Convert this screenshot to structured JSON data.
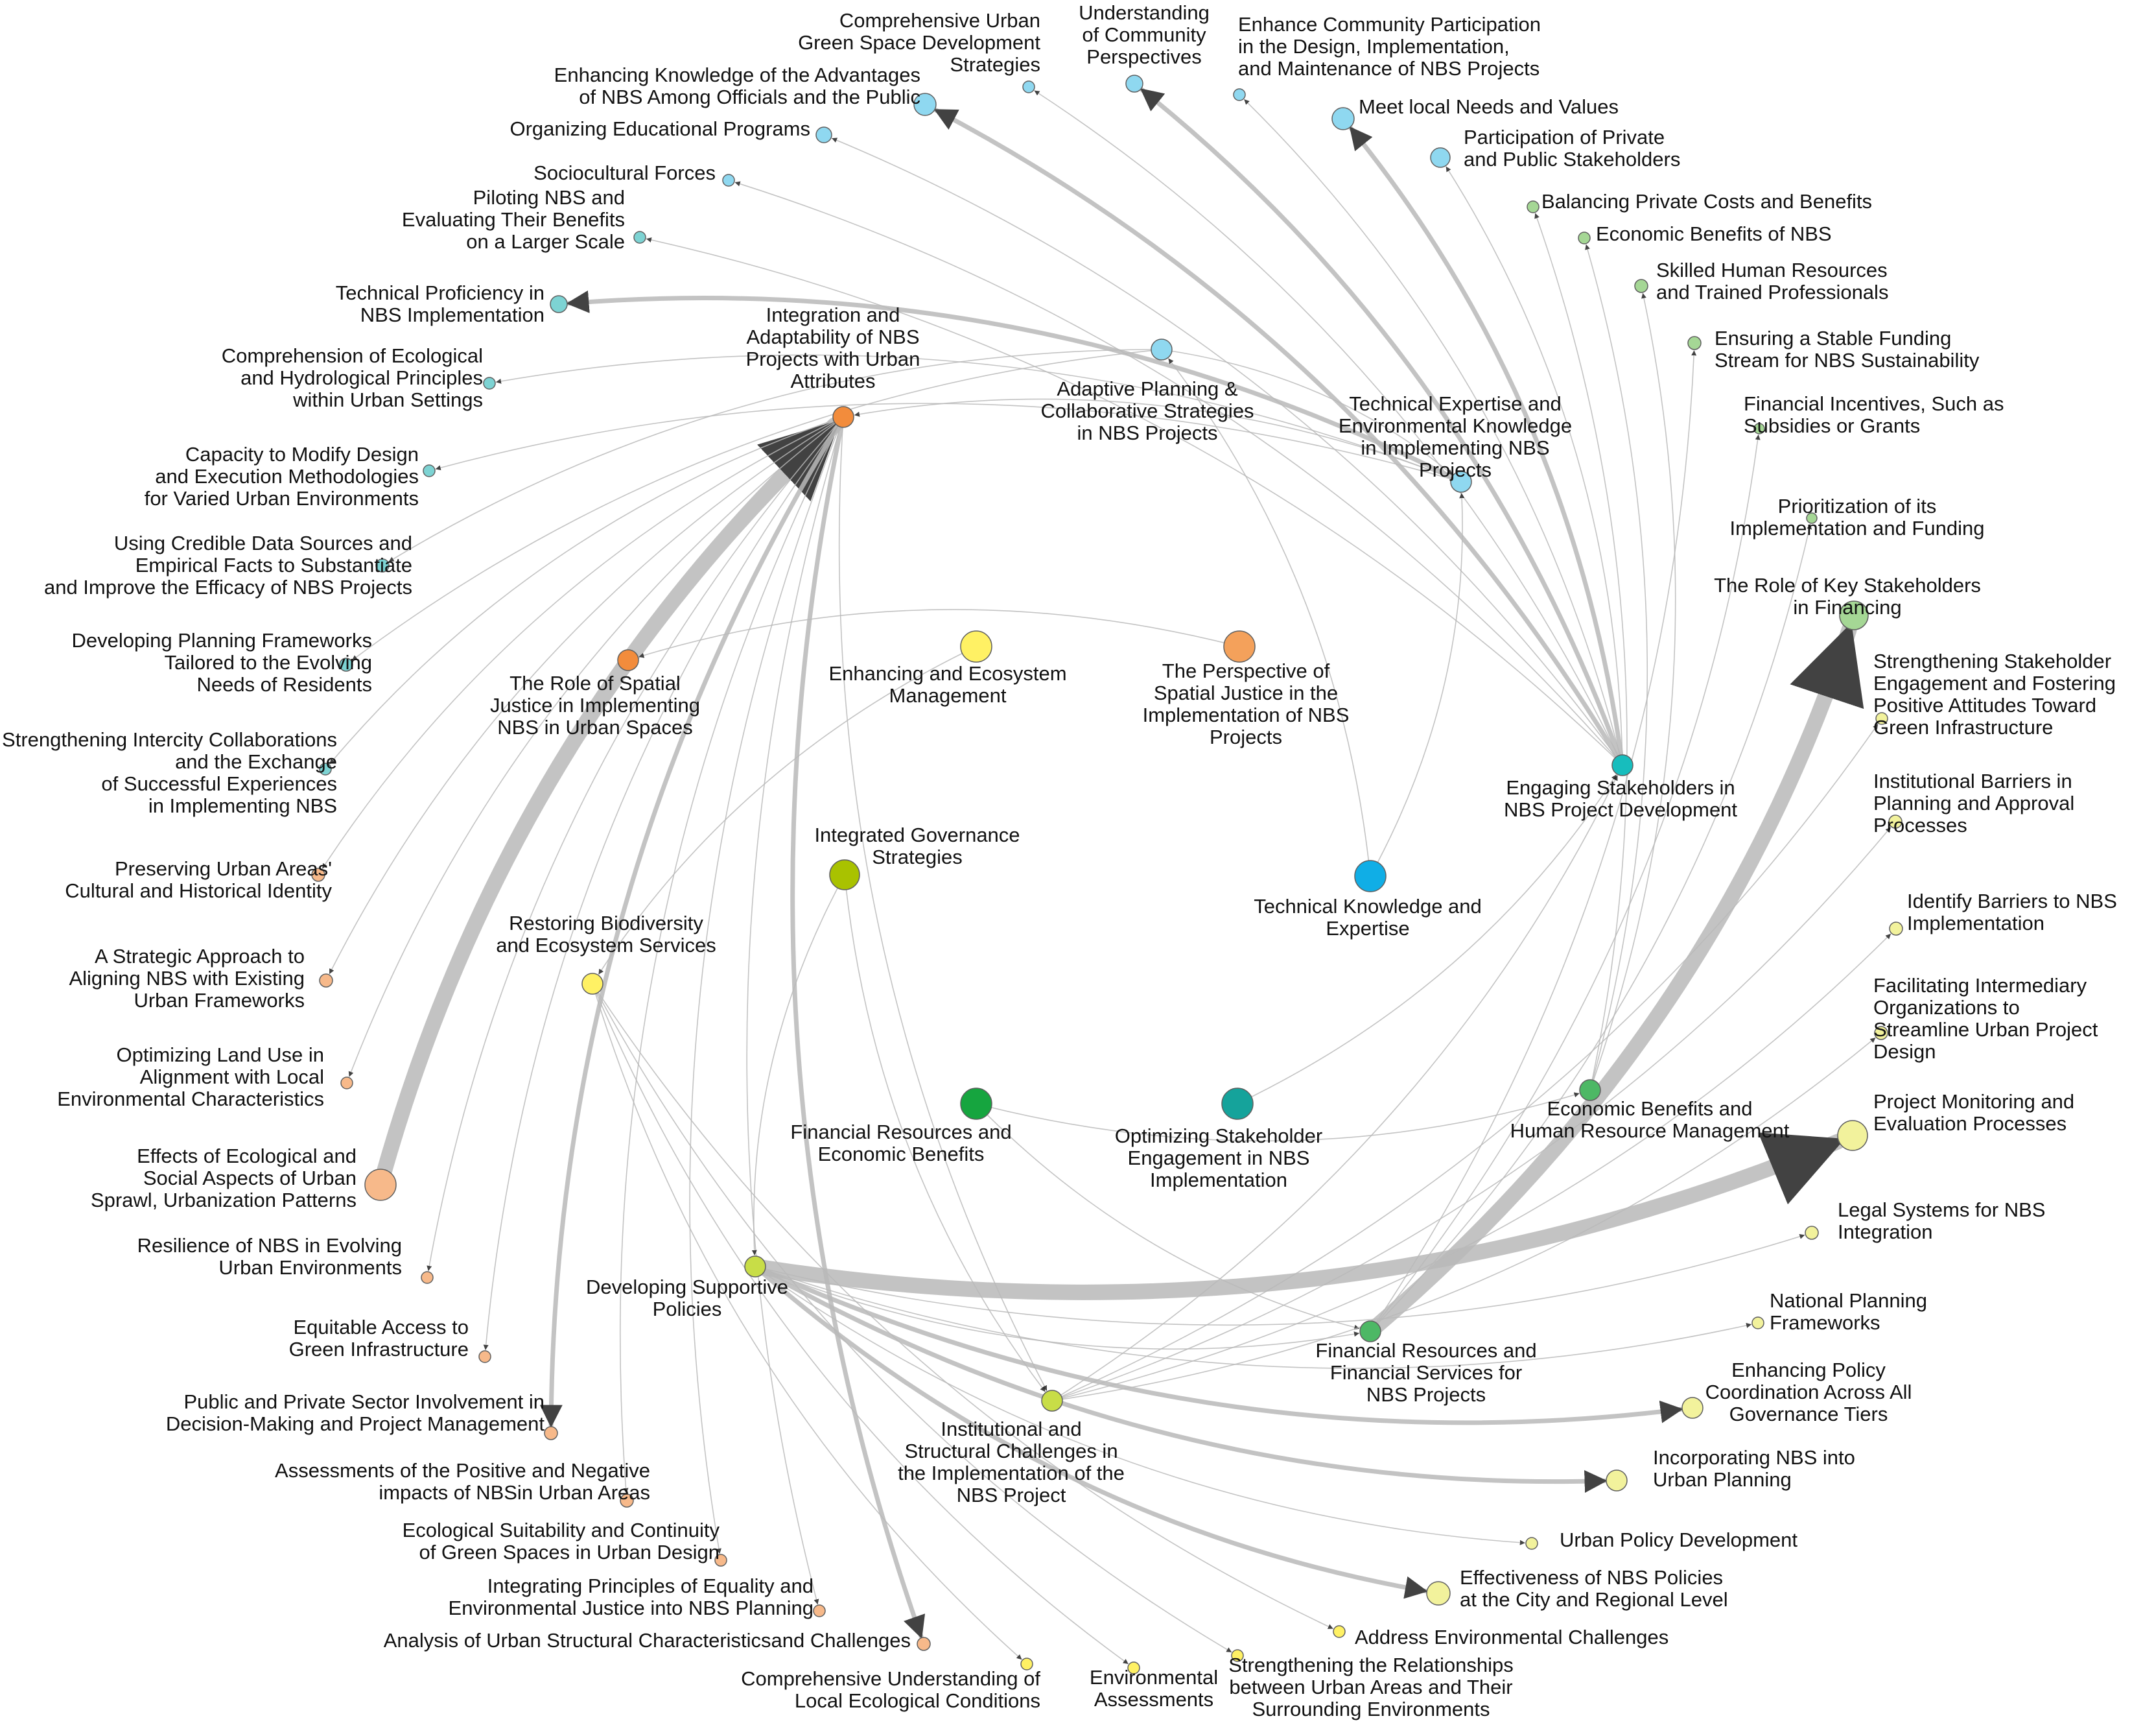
{
  "colors": {
    "light-blue": "#8fd8f0",
    "light-blue-dark": "#6fc8e0",
    "teal-small": "#7dd3d3",
    "orange-light": "#f7b98a",
    "orange": "#f4a15b",
    "orange-strong": "#f28c3c",
    "green-light": "#a5d795",
    "green": "#4db865",
    "green-dark": "#16a53f",
    "yellow": "#fff164",
    "yellow-light": "#f2f29c",
    "yellow-green": "#c8dd47",
    "olive": "#a9c200",
    "teal": "#17bdbd",
    "teal-dark": "#15a39b",
    "blue": "#10aee6",
    "edge": "#b9b9b9"
  },
  "nodes": [
    {
      "id": "n1",
      "name": "comprehensive-urban-green-space-node",
      "label": [
        "Comprehensive Urban",
        "Green Space Development",
        "Strategies"
      ],
      "color": "light-blue"
    },
    {
      "id": "n2",
      "name": "understanding-community-perspectives-node",
      "label": [
        "Understanding",
        "of Community",
        "Perspectives"
      ],
      "color": "light-blue"
    },
    {
      "id": "n3",
      "name": "enhance-community-participation-node",
      "label": [
        "Enhance Community Participation",
        "in the Design, Implementation,",
        "and Maintenance of NBS Projects"
      ],
      "color": "light-blue"
    },
    {
      "id": "n4",
      "name": "enhancing-knowledge-advantages-node",
      "label": [
        "Enhancing Knowledge of the Advantages",
        "of NBS Among Officials and the Public"
      ],
      "color": "light-blue"
    },
    {
      "id": "n5",
      "name": "meet-local-needs-node",
      "label": [
        "Meet local Needs and Values"
      ],
      "color": "light-blue"
    },
    {
      "id": "n6",
      "name": "organizing-educational-programs-node",
      "label": [
        "Organizing Educational Programs"
      ],
      "color": "light-blue"
    },
    {
      "id": "n7",
      "name": "participation-private-public-node",
      "label": [
        "Participation of Private",
        "and Public Stakeholders"
      ],
      "color": "light-blue"
    },
    {
      "id": "n8",
      "name": "sociocultural-forces-node",
      "label": [
        "Sociocultural Forces"
      ],
      "color": "light-blue"
    },
    {
      "id": "n9",
      "name": "balancing-private-costs-node",
      "label": [
        "Balancing Private Costs and Benefits"
      ],
      "color": "green-light"
    },
    {
      "id": "n10",
      "name": "economic-benefits-of-nbs-node",
      "label": [
        "Economic Benefits of NBS"
      ],
      "color": "green-light"
    },
    {
      "id": "n11",
      "name": "piloting-nbs-node",
      "label": [
        "Piloting NBS and",
        "Evaluating Their Benefits",
        "on a Larger Scale"
      ],
      "color": "teal-small"
    },
    {
      "id": "n12",
      "name": "skilled-human-resources-node",
      "label": [
        "Skilled Human Resources",
        "and Trained Professionals"
      ],
      "color": "green-light"
    },
    {
      "id": "n13",
      "name": "technical-proficiency-node",
      "label": [
        "Technical Proficiency in",
        "NBS Implementation"
      ],
      "color": "teal-small"
    },
    {
      "id": "n14",
      "name": "integration-adaptability-node",
      "label": [
        "Integration and",
        "Adaptability of NBS",
        "Projects with Urban",
        "Attributes"
      ],
      "color": "orange-strong"
    },
    {
      "id": "n15",
      "name": "stable-funding-node",
      "label": [
        "Ensuring a Stable Funding",
        "Stream for NBS Sustainability"
      ],
      "color": "green-light"
    },
    {
      "id": "n16",
      "name": "adaptive-planning-node",
      "label": [
        "Adaptive Planning &",
        "Collaborative Strategies",
        "in NBS Projects"
      ],
      "color": "light-blue"
    },
    {
      "id": "n17",
      "name": "comprehension-ecological-principles-node",
      "label": [
        "Comprehension of Ecological",
        "and Hydrological Principles",
        "within Urban Settings"
      ],
      "color": "teal-small"
    },
    {
      "id": "n18",
      "name": "financial-incentives-node",
      "label": [
        "Financial Incentives, Such as",
        "Subsidies or Grants"
      ],
      "color": "green-light"
    },
    {
      "id": "n19",
      "name": "technical-expertise-knowledge-node",
      "label": [
        "Technical Expertise and",
        "Environmental Knowledge",
        "in Implementing NBS",
        "Projects"
      ],
      "color": "light-blue"
    },
    {
      "id": "n20",
      "name": "capacity-modify-design-node",
      "label": [
        "Capacity to Modify Design",
        "and Execution Methodologies",
        "for Varied Urban Environments"
      ],
      "color": "teal-small"
    },
    {
      "id": "n21",
      "name": "prioritization-implementation-node",
      "label": [
        "Prioritization of its",
        "Implementation and Funding"
      ],
      "color": "green-light"
    },
    {
      "id": "n22",
      "name": "credible-data-sources-node",
      "label": [
        "Using Credible Data Sources and",
        "Empirical Facts to Substantiate",
        "and Improve the Efficacy of NBS Projects"
      ],
      "color": "teal-small"
    },
    {
      "id": "n23",
      "name": "role-key-stakeholders-node",
      "label": [
        "The Role of Key Stakeholders",
        "in Financing"
      ],
      "color": "green-light"
    },
    {
      "id": "n24",
      "name": "planning-frameworks-node",
      "label": [
        "Developing Planning Frameworks",
        "Tailored to the Evolving",
        "Needs of Residents"
      ],
      "color": "teal-small"
    },
    {
      "id": "n25",
      "name": "enhancing-ecosystem-management-node",
      "label": [
        "Enhancing and Ecosystem",
        "Management"
      ],
      "color": "yellow"
    },
    {
      "id": "n26",
      "name": "perspective-spatial-justice-node",
      "label": [
        "The Perspective of",
        "Spatial Justice in the",
        "Implementation of NBS",
        "Projects"
      ],
      "color": "orange"
    },
    {
      "id": "n27",
      "name": "role-spatial-justice-node",
      "label": [
        "The Role of Spatial",
        "Justice in Implementing",
        "NBS in Urban Spaces"
      ],
      "color": "orange-strong"
    },
    {
      "id": "n28",
      "name": "strengthening-stakeholder-engagement-node",
      "label": [
        "Strengthening Stakeholder",
        "Engagement and Fostering",
        "Positive Attitudes Toward",
        "Green Infrastructure"
      ],
      "color": "yellow-light"
    },
    {
      "id": "n29",
      "name": "engaging-stakeholders-node",
      "label": [
        "Engaging Stakeholders in",
        "NBS Project Development"
      ],
      "color": "teal"
    },
    {
      "id": "n30",
      "name": "intercity-collaborations-node",
      "label": [
        "Strengthening Intercity Collaborations",
        "and the Exchange",
        "of Successful Experiences",
        "in Implementing NBS"
      ],
      "color": "teal-small"
    },
    {
      "id": "n31",
      "name": "institutional-barriers-node",
      "label": [
        "Institutional Barriers in",
        "Planning and Approval",
        "Processes"
      ],
      "color": "yellow-light"
    },
    {
      "id": "n32",
      "name": "integrated-governance-node",
      "label": [
        "Integrated Governance",
        "Strategies"
      ],
      "color": "olive"
    },
    {
      "id": "n33",
      "name": "technical-knowledge-expertise-node",
      "label": [
        "Technical Knowledge and",
        "Expertise"
      ],
      "color": "blue"
    },
    {
      "id": "n34",
      "name": "preserving-urban-identity-node",
      "label": [
        "Preserving Urban Areas'",
        "Cultural and Historical Identity"
      ],
      "color": "orange-light"
    },
    {
      "id": "n35",
      "name": "identify-barriers-node",
      "label": [
        "Identify Barriers to NBS",
        "Implementation"
      ],
      "color": "yellow-light"
    },
    {
      "id": "n36",
      "name": "restoring-biodiversity-node",
      "label": [
        "Restoring Biodiversity",
        "and Ecosystem Services"
      ],
      "color": "yellow"
    },
    {
      "id": "n37",
      "name": "strategic-approach-node",
      "label": [
        "A Strategic Approach to",
        "Aligning NBS with Existing",
        "Urban Frameworks"
      ],
      "color": "orange-light"
    },
    {
      "id": "n38",
      "name": "facilitating-intermediary-node",
      "label": [
        "Facilitating Intermediary",
        "Organizations to",
        "Streamline Urban Project",
        "Design"
      ],
      "color": "yellow-light"
    },
    {
      "id": "n39",
      "name": "optimizing-land-use-node",
      "label": [
        "Optimizing Land Use in",
        "Alignment with Local",
        "Environmental Characteristics"
      ],
      "color": "orange-light"
    },
    {
      "id": "n40",
      "name": "financial-resources-economic-node",
      "label": [
        "Financial Resources and",
        "Economic Benefits"
      ],
      "color": "green-dark"
    },
    {
      "id": "n41",
      "name": "optimizing-stakeholder-engagement-node",
      "label": [
        "Optimizing Stakeholder",
        "Engagement in NBS",
        "Implementation"
      ],
      "color": "teal-dark"
    },
    {
      "id": "n42",
      "name": "economic-benefits-human-resource-node",
      "label": [
        "Economic Benefits and",
        "Human Resource Management"
      ],
      "color": "green"
    },
    {
      "id": "n43",
      "name": "project-monitoring-node",
      "label": [
        "Project Monitoring and",
        "Evaluation Processes"
      ],
      "color": "yellow-light"
    },
    {
      "id": "n44",
      "name": "effects-urban-sprawl-node",
      "label": [
        "Effects of Ecological and",
        "Social Aspects of Urban",
        "Sprawl, Urbanization Patterns"
      ],
      "color": "orange-light"
    },
    {
      "id": "n45",
      "name": "legal-systems-node",
      "label": [
        "Legal Systems for NBS",
        "Integration"
      ],
      "color": "yellow-light"
    },
    {
      "id": "n46",
      "name": "resilience-nbs-node",
      "label": [
        "Resilience of NBS in Evolving",
        "Urban Environments"
      ],
      "color": "orange-light"
    },
    {
      "id": "n47",
      "name": "developing-supportive-policies-node",
      "label": [
        "Developing Supportive",
        "Policies"
      ],
      "color": "yellow-green"
    },
    {
      "id": "n48",
      "name": "national-planning-frameworks-node",
      "label": [
        "National Planning",
        "Frameworks"
      ],
      "color": "yellow-light"
    },
    {
      "id": "n49",
      "name": "financial-resources-services-node",
      "label": [
        "Financial Resources and",
        "Financial Services for",
        "NBS Projects"
      ],
      "color": "green"
    },
    {
      "id": "n50",
      "name": "equitable-access-node",
      "label": [
        "Equitable Access to",
        "Green Infrastructure"
      ],
      "color": "orange-light"
    },
    {
      "id": "n51",
      "name": "enhancing-policy-coordination-node",
      "label": [
        "Enhancing Policy",
        "Coordination Across All",
        "Governance Tiers"
      ],
      "color": "yellow-light"
    },
    {
      "id": "n52",
      "name": "institutional-structural-challenges-node",
      "label": [
        "Institutional and",
        "Structural Challenges in",
        "the Implementation of the",
        "NBS Project"
      ],
      "color": "yellow-green"
    },
    {
      "id": "n53",
      "name": "public-private-involvement-node",
      "label": [
        "Public and Private Sector Involvement in",
        "Decision-Making and Project Management"
      ],
      "color": "orange-light"
    },
    {
      "id": "n54",
      "name": "incorporating-nbs-planning-node",
      "label": [
        "Incorporating NBS into",
        "Urban Planning"
      ],
      "color": "yellow-light"
    },
    {
      "id": "n55",
      "name": "assessments-impacts-node",
      "label": [
        "Assessments of the Positive and Negative",
        "impacts of NBSin Urban Areas"
      ],
      "color": "orange-light"
    },
    {
      "id": "n56",
      "name": "urban-policy-development-node",
      "label": [
        "Urban Policy Development"
      ],
      "color": "yellow-light"
    },
    {
      "id": "n57",
      "name": "ecological-suitability-node",
      "label": [
        "Ecological Suitability and Continuity",
        "of Green Spaces in Urban Design"
      ],
      "color": "orange-light"
    },
    {
      "id": "n58",
      "name": "effectiveness-nbs-policies-node",
      "label": [
        "Effectiveness of NBS Policies",
        "at the City and Regional Level"
      ],
      "color": "yellow-light"
    },
    {
      "id": "n59",
      "name": "integrating-equality-node",
      "label": [
        "Integrating Principles of Equality and",
        "Environmental Justice into NBS Planning"
      ],
      "color": "orange-light"
    },
    {
      "id": "n60",
      "name": "address-environmental-challenges-node",
      "label": [
        "Address Environmental Challenges"
      ],
      "color": "yellow"
    },
    {
      "id": "n61",
      "name": "analysis-urban-structural-node",
      "label": [
        "Analysis of Urban Structural Characteristicsand Challenges"
      ],
      "color": "orange-light"
    },
    {
      "id": "n62",
      "name": "comprehensive-ecological-conditions-node",
      "label": [
        "Comprehensive Understanding of",
        "Local Ecological Conditions"
      ],
      "color": "yellow"
    },
    {
      "id": "n63",
      "name": "environmental-assessments-node",
      "label": [
        "Environmental",
        "Assessments"
      ],
      "color": "yellow"
    },
    {
      "id": "n64",
      "name": "strengthening-relationships-node",
      "label": [
        "Strengthening the Relationships",
        "between Urban Areas and Their",
        "Surrounding Environments"
      ],
      "color": "yellow"
    }
  ],
  "edges": [
    {
      "from": "n44",
      "to": "n14",
      "weight": 3
    },
    {
      "from": "n47",
      "to": "n43",
      "weight": 3
    },
    {
      "from": "n49",
      "to": "n23",
      "weight": 3
    },
    {
      "from": "n29",
      "to": "n4",
      "weight": 2
    },
    {
      "from": "n29",
      "to": "n5",
      "weight": 2
    },
    {
      "from": "n29",
      "to": "n2",
      "weight": 2
    },
    {
      "from": "n47",
      "to": "n58",
      "weight": 2
    },
    {
      "from": "n47",
      "to": "n54",
      "weight": 2
    },
    {
      "from": "n47",
      "to": "n51",
      "weight": 2
    },
    {
      "from": "n19",
      "to": "n13",
      "weight": 2
    },
    {
      "from": "n14",
      "to": "n61",
      "weight": 2
    },
    {
      "from": "n14",
      "to": "n53",
      "weight": 2
    },
    {
      "from": "n29",
      "to": "n1",
      "weight": 1
    },
    {
      "from": "n29",
      "to": "n3",
      "weight": 1
    },
    {
      "from": "n29",
      "to": "n7",
      "weight": 1
    },
    {
      "from": "n29",
      "to": "n6",
      "weight": 1
    },
    {
      "from": "n29",
      "to": "n8",
      "weight": 1
    },
    {
      "from": "n29",
      "to": "n11",
      "weight": 1
    },
    {
      "from": "n19",
      "to": "n17",
      "weight": 1
    },
    {
      "from": "n19",
      "to": "n14",
      "weight": 1
    },
    {
      "from": "n19",
      "to": "n20",
      "weight": 1
    },
    {
      "from": "n16",
      "to": "n22",
      "weight": 1
    },
    {
      "from": "n16",
      "to": "n24",
      "weight": 1
    },
    {
      "from": "n16",
      "to": "n19",
      "weight": 1
    },
    {
      "from": "n33",
      "to": "n19",
      "weight": 1
    },
    {
      "from": "n33",
      "to": "n16",
      "weight": 1
    },
    {
      "from": "n26",
      "to": "n27",
      "weight": 1
    },
    {
      "from": "n14",
      "to": "n30",
      "weight": 1
    },
    {
      "from": "n14",
      "to": "n34",
      "weight": 1
    },
    {
      "from": "n14",
      "to": "n37",
      "weight": 1
    },
    {
      "from": "n14",
      "to": "n39",
      "weight": 1
    },
    {
      "from": "n14",
      "to": "n46",
      "weight": 1
    },
    {
      "from": "n14",
      "to": "n50",
      "weight": 1
    },
    {
      "from": "n14",
      "to": "n55",
      "weight": 1
    },
    {
      "from": "n14",
      "to": "n57",
      "weight": 1
    },
    {
      "from": "n14",
      "to": "n59",
      "weight": 1
    },
    {
      "from": "n14",
      "to": "n52",
      "weight": 1
    },
    {
      "from": "n25",
      "to": "n36",
      "weight": 1
    },
    {
      "from": "n36",
      "to": "n62",
      "weight": 1
    },
    {
      "from": "n36",
      "to": "n63",
      "weight": 1
    },
    {
      "from": "n36",
      "to": "n64",
      "weight": 1
    },
    {
      "from": "n36",
      "to": "n60",
      "weight": 1
    },
    {
      "from": "n32",
      "to": "n47",
      "weight": 1
    },
    {
      "from": "n32",
      "to": "n52",
      "weight": 1
    },
    {
      "from": "n40",
      "to": "n49",
      "weight": 1
    },
    {
      "from": "n41",
      "to": "n29",
      "weight": 1
    },
    {
      "from": "n40",
      "to": "n42",
      "weight": 1
    },
    {
      "from": "n42",
      "to": "n9",
      "weight": 1
    },
    {
      "from": "n42",
      "to": "n10",
      "weight": 1
    },
    {
      "from": "n42",
      "to": "n12",
      "weight": 1
    },
    {
      "from": "n49",
      "to": "n15",
      "weight": 1
    },
    {
      "from": "n49",
      "to": "n18",
      "weight": 1
    },
    {
      "from": "n49",
      "to": "n21",
      "weight": 1
    },
    {
      "from": "n52",
      "to": "n28",
      "weight": 1
    },
    {
      "from": "n52",
      "to": "n31",
      "weight": 1
    },
    {
      "from": "n52",
      "to": "n35",
      "weight": 1
    },
    {
      "from": "n52",
      "to": "n38",
      "weight": 1
    },
    {
      "from": "n47",
      "to": "n45",
      "weight": 1
    },
    {
      "from": "n47",
      "to": "n48",
      "weight": 1
    },
    {
      "from": "n47",
      "to": "n56",
      "weight": 1
    },
    {
      "from": "n47",
      "to": "n49",
      "weight": 1
    },
    {
      "from": "n52",
      "to": "n29",
      "weight": 1
    }
  ]
}
